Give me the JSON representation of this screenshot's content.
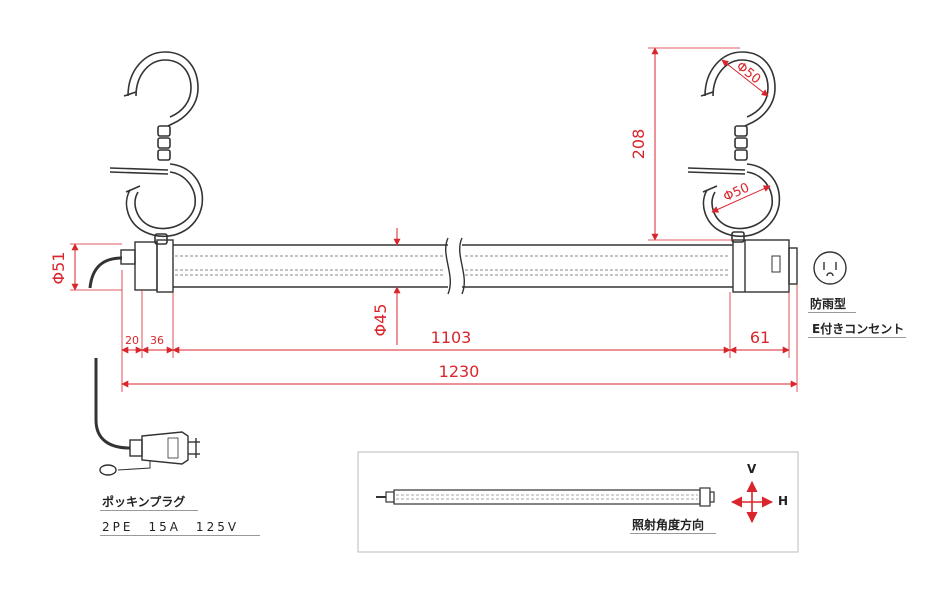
{
  "dimensions": {
    "hook_height": "208",
    "hook_dia_upper": "Φ50",
    "hook_dia_lower": "Φ50",
    "end_dia": "Φ51",
    "tube_dia": "Φ45",
    "seg_20": "20",
    "seg_36": "36",
    "length_1103": "1103",
    "length_61": "61",
    "total_length": "1230"
  },
  "labels": {
    "waterproof": "防雨型",
    "outlet": "E付きコンセント",
    "plug_name": "ポッキンプラグ",
    "plug_spec": "2PE　15A　125V",
    "beam_direction": "照射角度方向",
    "axis_v": "V",
    "axis_h": "H"
  },
  "colors": {
    "dimension": "#d9262c",
    "outline": "#333333",
    "panel_border": "#bbbbbb"
  }
}
